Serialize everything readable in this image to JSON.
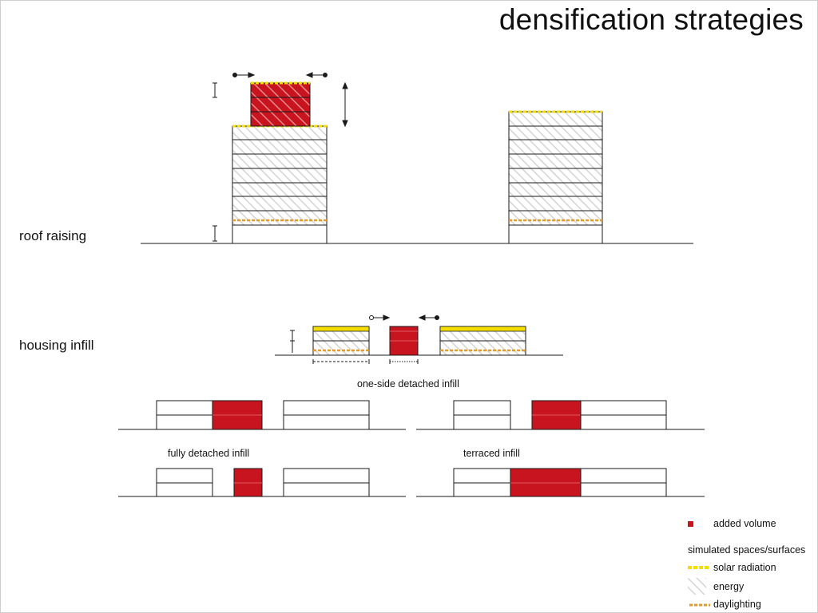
{
  "title": "densification strategies",
  "sections": {
    "roof_raising": "roof raising",
    "housing_infill": "housing infill"
  },
  "captions": {
    "one_side": "one-side detached infill",
    "fully_detached": "fully detached infill",
    "terraced": "terraced infill"
  },
  "legend": {
    "added_volume": "added volume",
    "simulated_heading": "simulated spaces/surfaces",
    "solar": "solar radiation",
    "energy": "energy",
    "daylighting": "daylighting"
  },
  "colors": {
    "added_red": "#c8141e",
    "solar_yellow": "#f4dd00",
    "daylight_orange": "#e69a2c",
    "line": "#1a1a1a",
    "hatch": "#d4d4d4"
  }
}
